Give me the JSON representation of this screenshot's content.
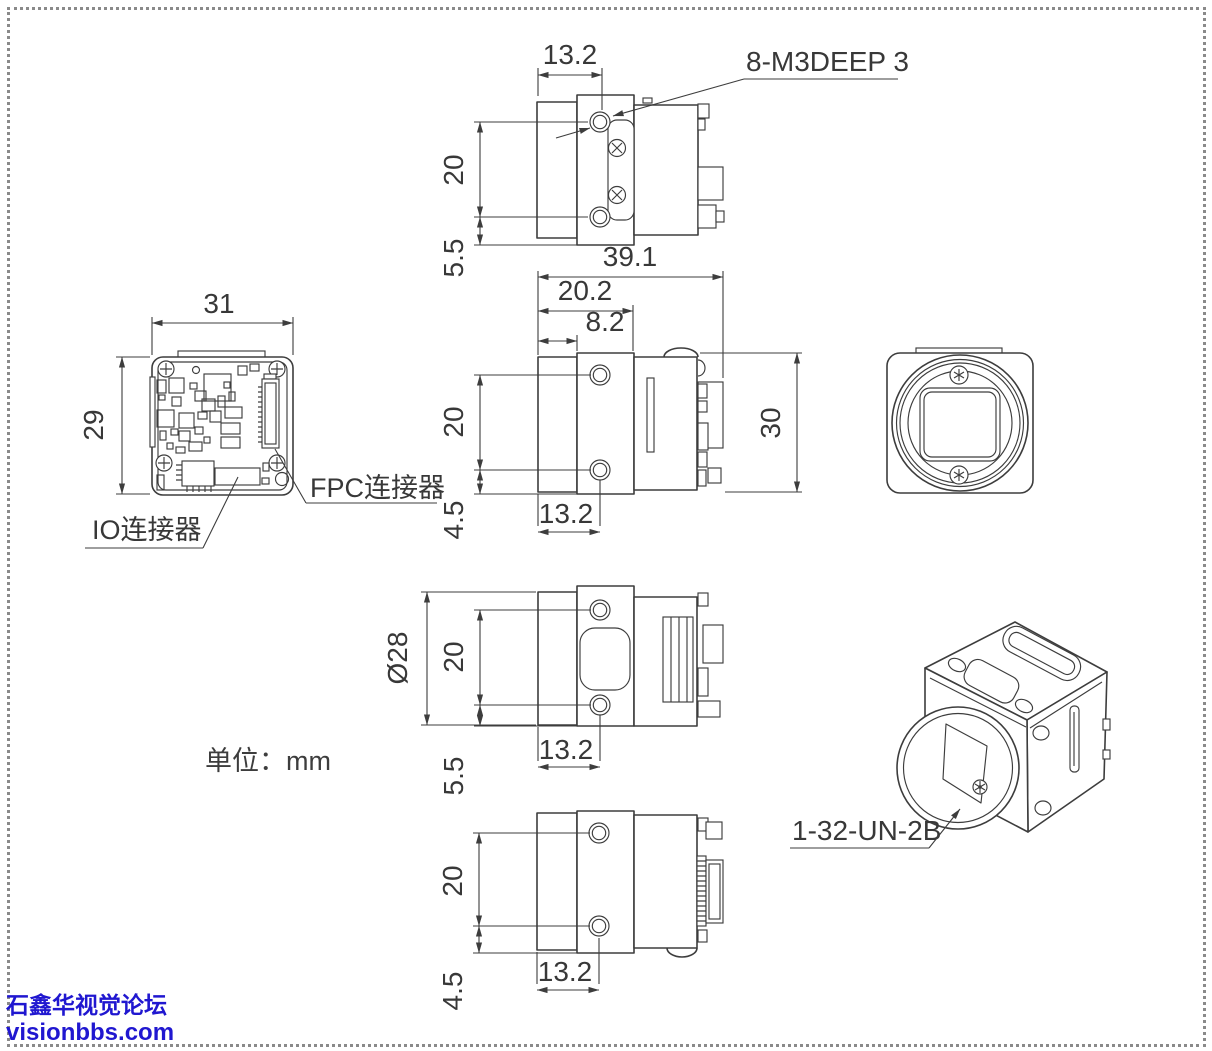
{
  "drawing": {
    "unit_label": "单位：mm",
    "colors": {
      "line": "#3d3d3d",
      "border_dots": "#8a8a8a",
      "watermark": "#2017d0"
    },
    "watermark": {
      "line1": "石鑫华视觉论坛",
      "line2": "visionbbs.com"
    },
    "top_view": {
      "width": "13.2",
      "hole_span": "20",
      "edge_offset": "5.5",
      "screw_callout": "8-M3DEEP 3"
    },
    "side_view": {
      "total_width": "39.1",
      "flange_width": "20.2",
      "front_width": "8.2",
      "hole_span": "20",
      "edge_offset": "4.5",
      "hole_offset": "13.2",
      "height": "30"
    },
    "rear_view": {
      "width": "31",
      "height": "29",
      "fpc_label": "FPC连接器",
      "io_label": "IO连接器"
    },
    "bottom_view": {
      "lens_diameter": "Ø28",
      "hole_span": "20",
      "hole_offset": "13.2",
      "edge_offset": "5.5"
    },
    "bottom_view2": {
      "hole_span": "20",
      "hole_offset": "13.2",
      "edge_offset": "4.5"
    },
    "iso_view": {
      "mount_callout": "1-32-UN-2B"
    }
  }
}
